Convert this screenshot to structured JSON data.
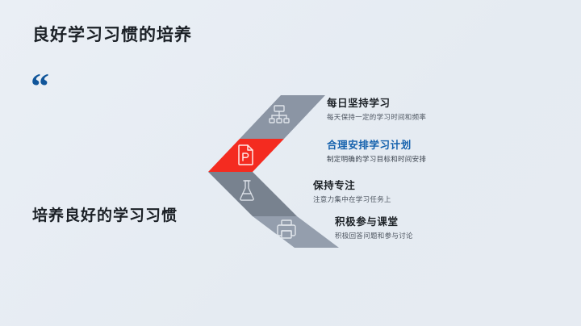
{
  "slide": {
    "title": "良好学习习惯的培养",
    "quote_glyph": "“",
    "lead_statement": "培养良好的学习习惯",
    "background_color": "#e7ecf3"
  },
  "chevron": {
    "bands": [
      {
        "index": 1,
        "color": "#8b95a4",
        "icon": "org-chart-icon",
        "active": false
      },
      {
        "index": 2,
        "color": "#f42b20",
        "icon": "document-p-icon",
        "active": true
      },
      {
        "index": 3,
        "color": "#78828f",
        "icon": "flask-icon",
        "active": false
      },
      {
        "index": 4,
        "color": "#949ead",
        "icon": "printer-icon",
        "active": false
      }
    ]
  },
  "items": [
    {
      "title": "每日坚持学习",
      "desc": "每天保持一定的学习时间和频率",
      "active": false,
      "title_color": "#1d2227"
    },
    {
      "title": "合理安排学习计划",
      "desc": "制定明确的学习目标和时间安排",
      "active": true,
      "title_color": "#1461ad"
    },
    {
      "title": "保持专注",
      "desc": "注意力集中在学习任务上",
      "active": false,
      "title_color": "#1d2227"
    },
    {
      "title": "积极参与课堂",
      "desc": "积极回答问题和参与讨论",
      "active": false,
      "title_color": "#1d2227"
    }
  ]
}
